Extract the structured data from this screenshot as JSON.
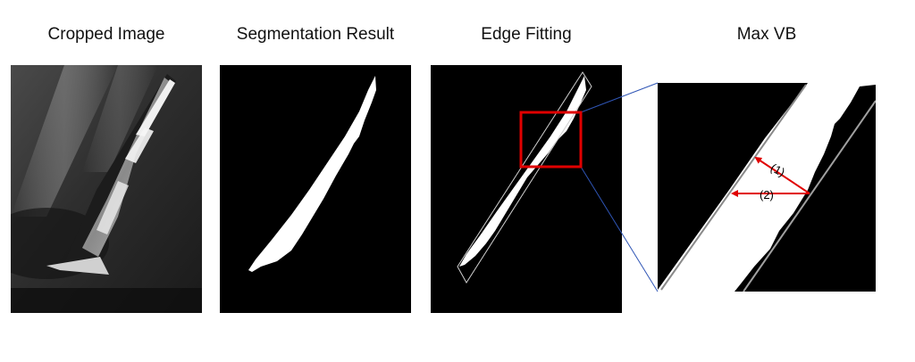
{
  "panels": [
    {
      "title": "Cropped Image"
    },
    {
      "title": "Segmentation Result"
    },
    {
      "title": "Edge Fitting"
    },
    {
      "title": "Max VB"
    }
  ],
  "annotations": {
    "arrow1_label": "(1)",
    "arrow2_label": "(2)"
  },
  "colors": {
    "highlight_box": "#e00000",
    "zoom_lines": "#2f55b5",
    "arrows": "#e00000",
    "mask": "#ffffff",
    "background": "#000000"
  }
}
